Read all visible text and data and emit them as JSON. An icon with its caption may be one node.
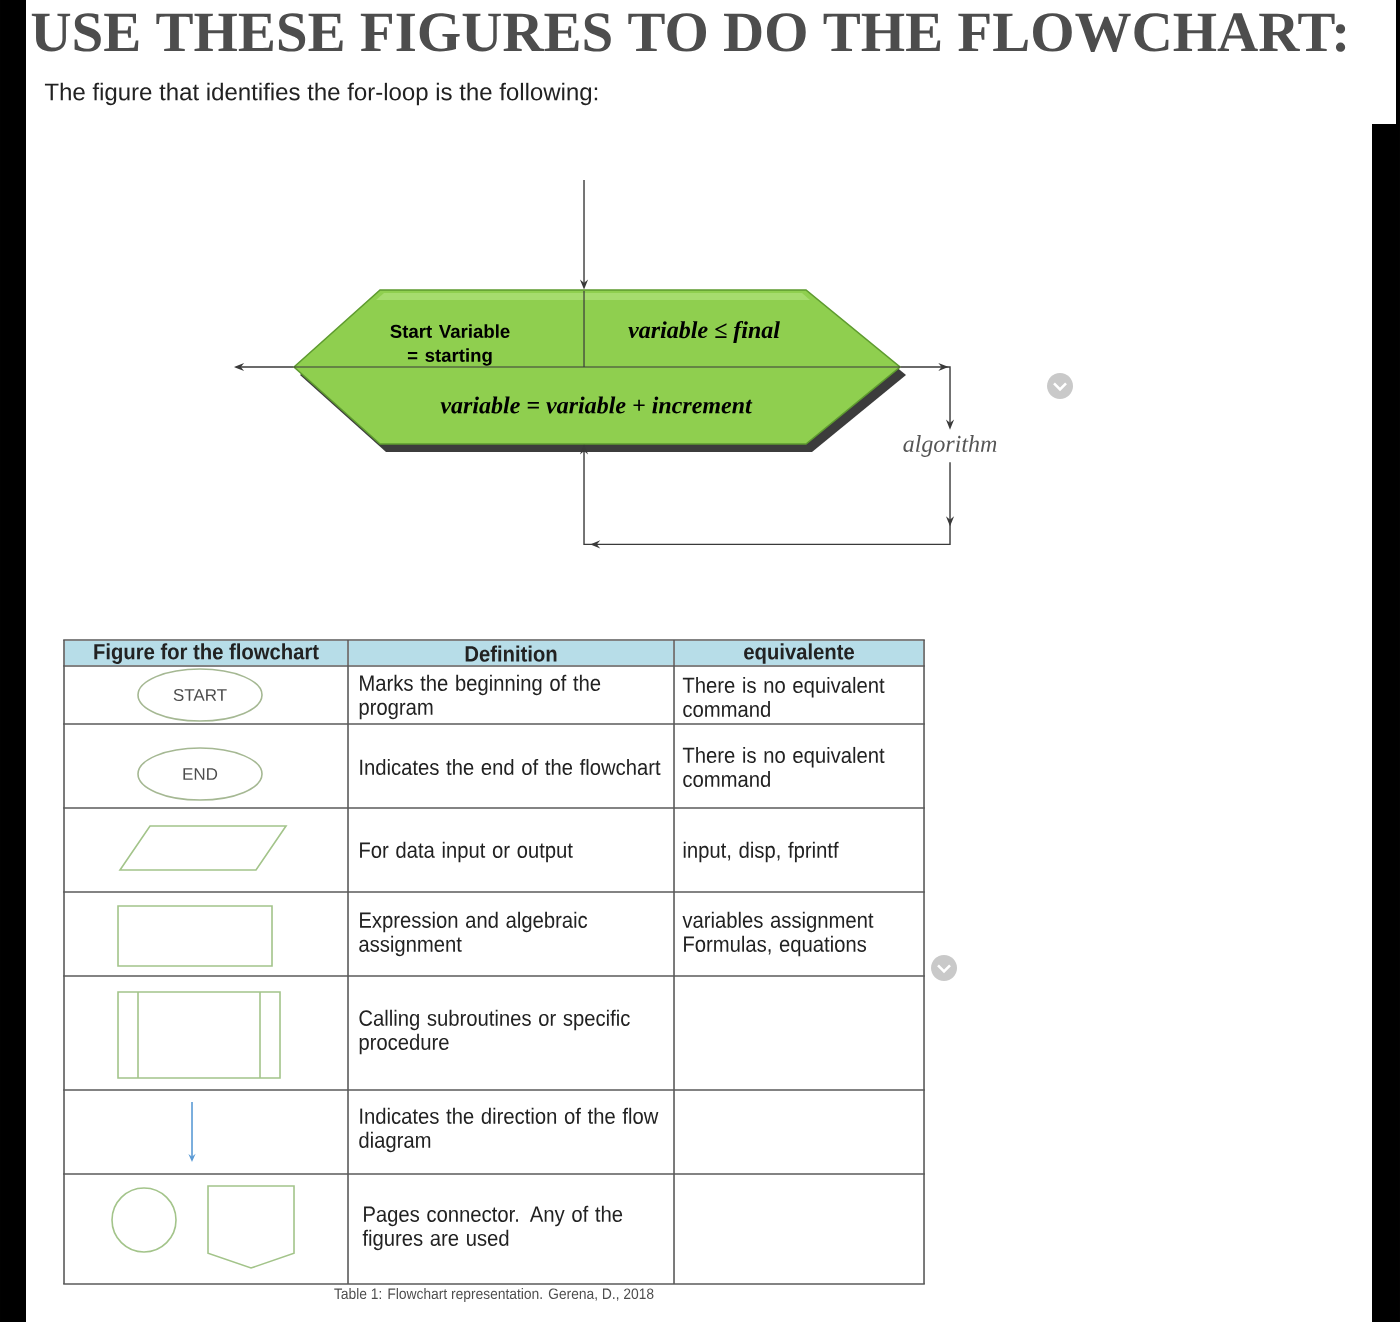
{
  "diagram": {
    "title": "USE THESE FIGURES TO DO THE FLOWCHART:",
    "caption": "Table 1: Flowchart representation. Gerena, D., 2018",
    "nodes": [
      {
        "text": [
          "Start Variable = starting",
          "variable ≤ final",
          "variable = variable + increment"
        ]
      },
      {
        "text": [
          "algorithm"
        ]
      },
      {
        "text": [
          "START"
        ]
      },
      {
        "text": [
          "END"
        ]
      },
      {
        "text": [],
        "shape": "parallelogram"
      },
      {
        "text": [],
        "shape": "box"
      },
      {
        "text": [],
        "shape": "subroutine"
      },
      {
        "text": [],
        "shape": "circle"
      },
      {
        "text": [],
        "shape": "pentagon"
      }
    ],
    "edges": [
      {
        "from": null,
        "to": 0,
        "arrow": "to"
      },
      {
        "from": 0,
        "to": null,
        "arrow": "to"
      },
      {
        "from": 0,
        "to": 1,
        "arrow": "to"
      },
      {
        "from": 1,
        "to": 0,
        "arrow": "to"
      }
    ],
    "labels": [
      "The figure that identifies the for-loop is the following:",
      "Figure for the flowchart",
      "Definition",
      "equivalente",
      "Marks the beginning of the program",
      "There is no equivalent command",
      "Indicates the end of the flowchart",
      "There is no equivalent command",
      "For data input or output",
      "input, disp, fprintf",
      "Expression and algebraic assignment",
      "variables assignment Formulas, equations",
      "Calling subroutines or specific procedure",
      "Indicates the direction of the flow diagram",
      "Pages connector. Any of the figures are used"
    ]
  }
}
